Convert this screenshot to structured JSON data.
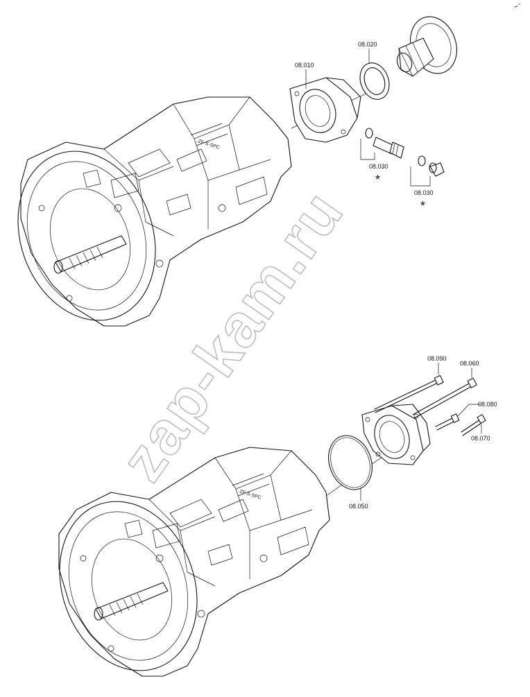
{
  "labels": {
    "l_08010": "08.010",
    "l_08020": "08.020",
    "l_08030a": "08.030",
    "l_08030b": "08.030",
    "l_08090": "08.090",
    "l_08060": "08.060",
    "l_08080": "08.080",
    "l_08070": "08.070",
    "l_08050": "08.050"
  },
  "asterisk": "*",
  "watermark": "zap-kam.ru",
  "corner_mark": "⌐˜"
}
